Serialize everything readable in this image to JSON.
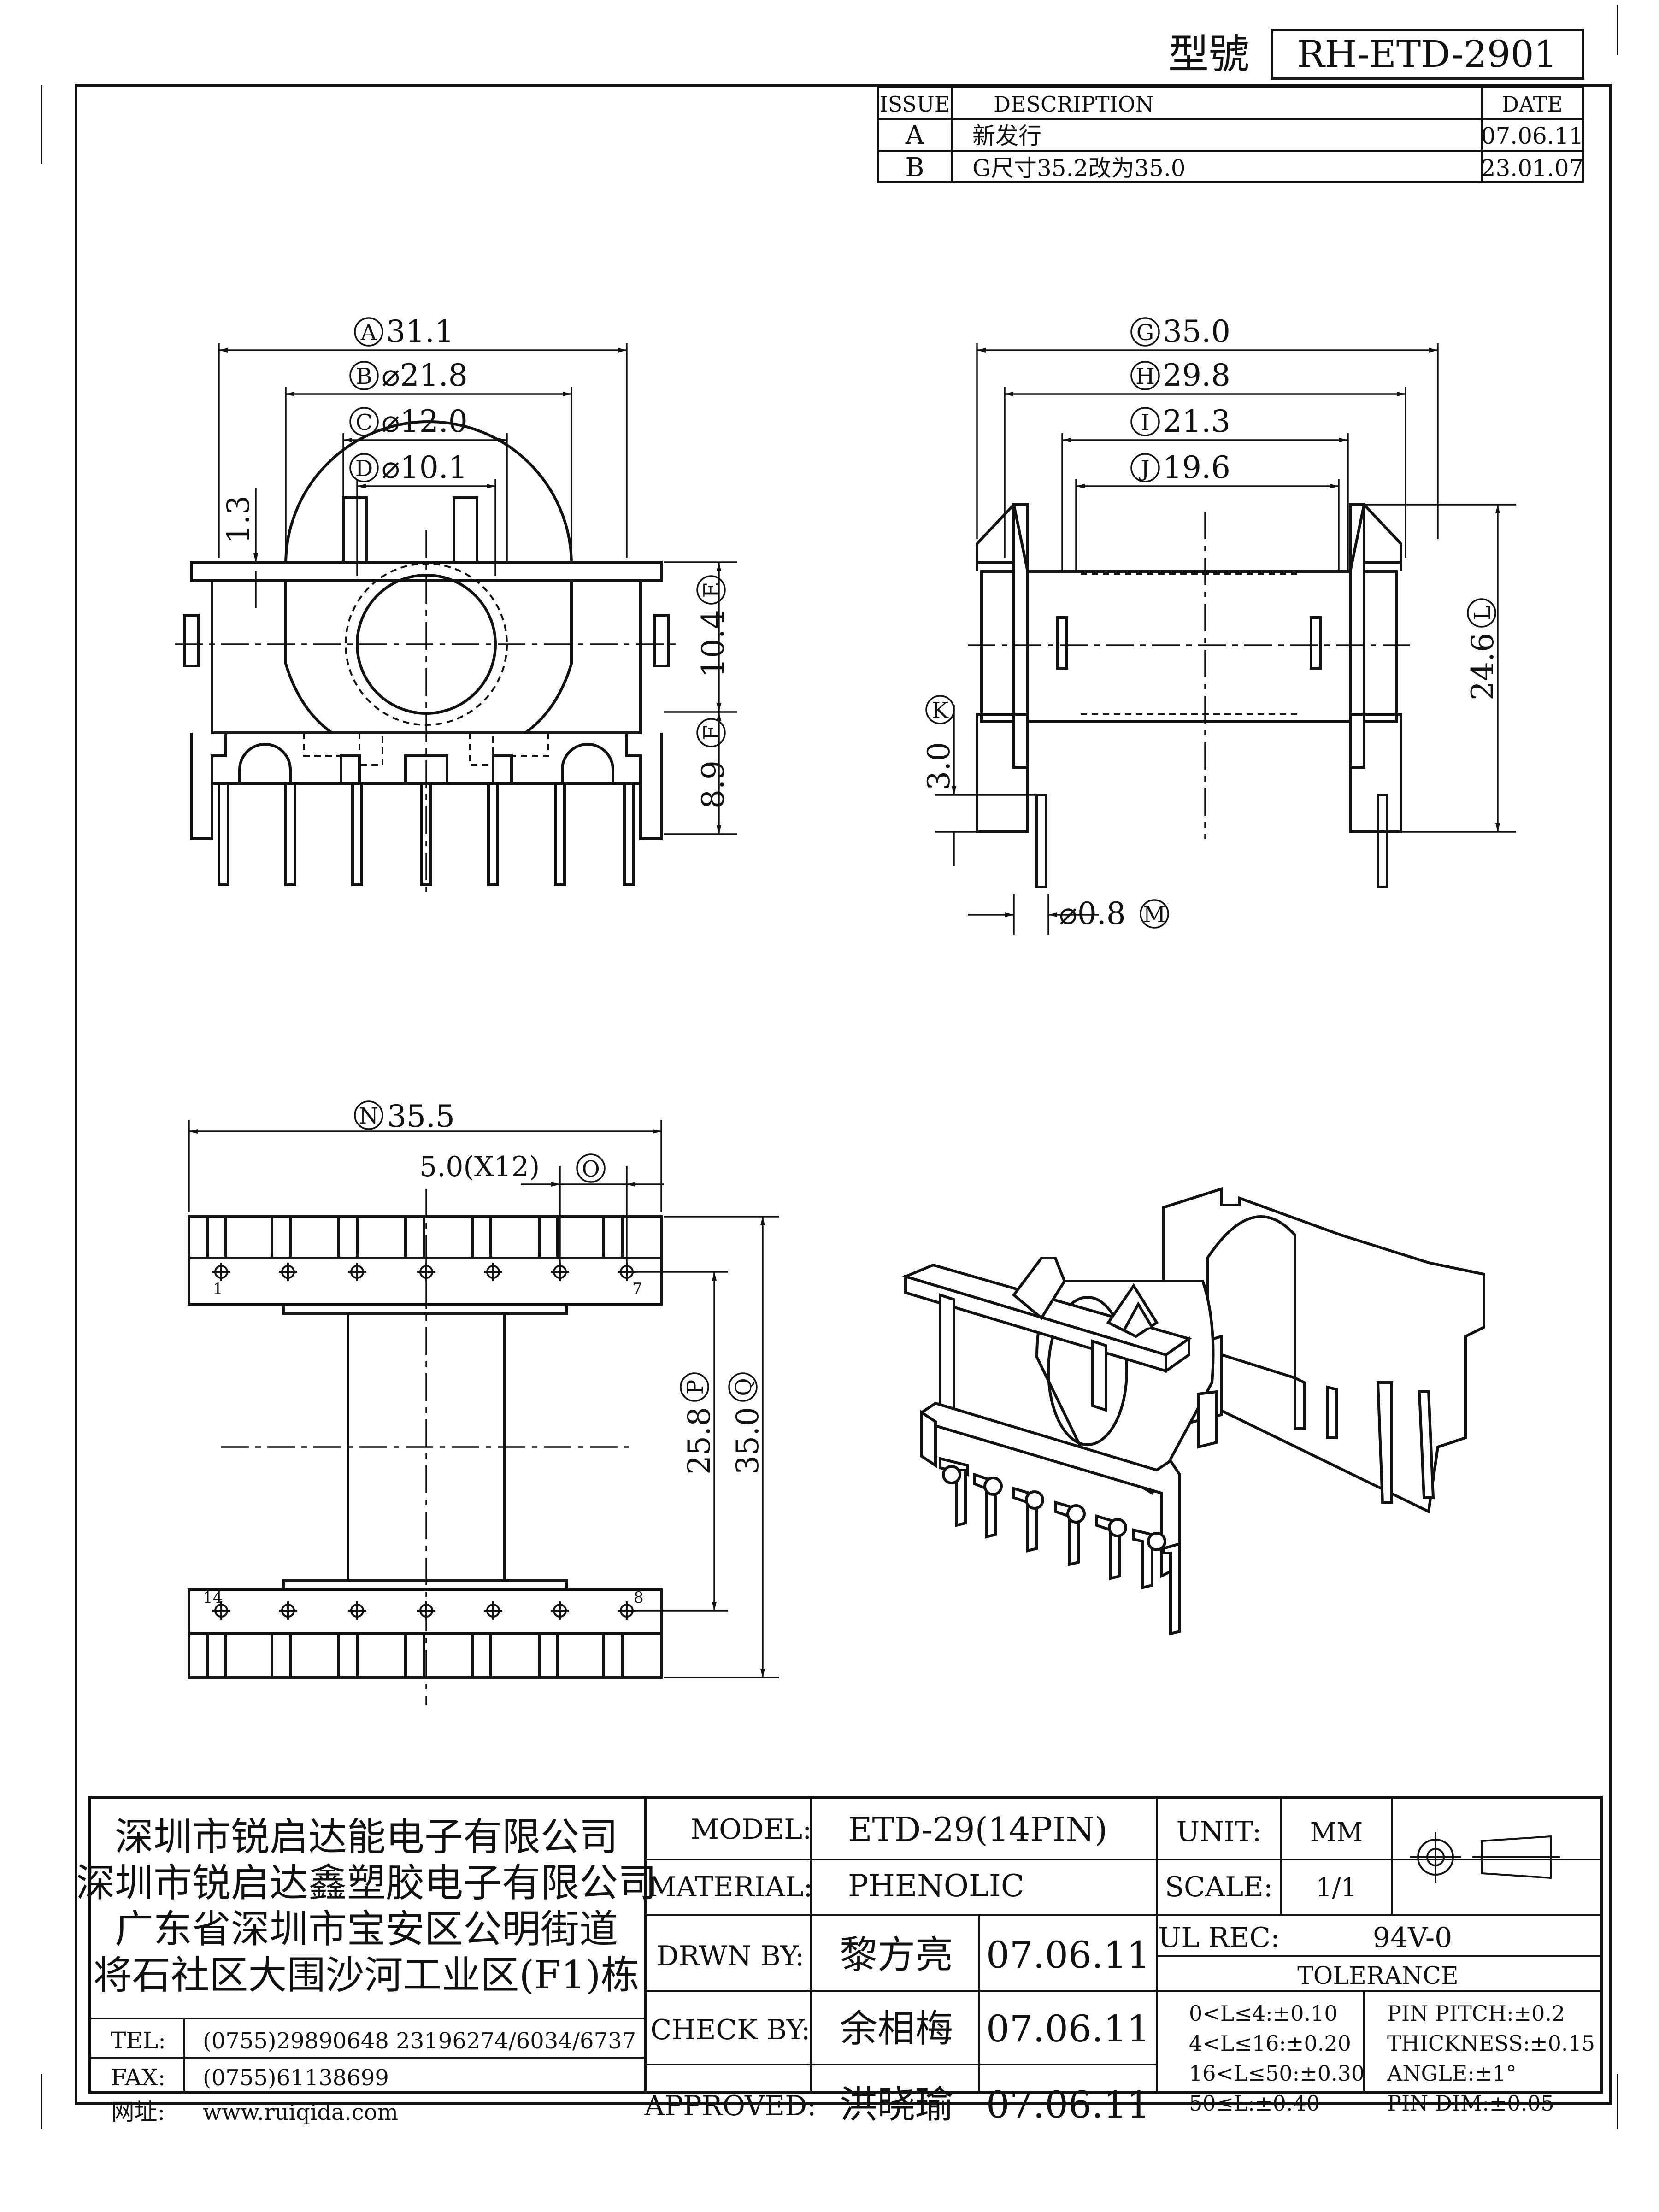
{
  "model_label": "型號",
  "model_no": "RH-ETD-2901",
  "revisions": {
    "headers": [
      "ISSUE",
      "DESCRIPTION",
      "DATE"
    ],
    "rows": [
      {
        "issue": "A",
        "description": "新发行",
        "date": "07.06.11"
      },
      {
        "issue": "B",
        "description": "G尺寸35.2改为35.0",
        "date": "23.01.07"
      }
    ]
  },
  "dims": {
    "A": {
      "letter": "A",
      "value": "31.1"
    },
    "B": {
      "letter": "B",
      "value": "⌀21.8"
    },
    "C": {
      "letter": "C",
      "value": "⌀12.0"
    },
    "D": {
      "letter": "D",
      "value": "⌀10.1"
    },
    "flange_t": "1.3",
    "E": {
      "letter": "E",
      "value": "10.4"
    },
    "F": {
      "letter": "F",
      "value": "8.9"
    },
    "G": {
      "letter": "G",
      "value": "35.0"
    },
    "H": {
      "letter": "H",
      "value": "29.8"
    },
    "I": {
      "letter": "I",
      "value": "21.3"
    },
    "J": {
      "letter": "J",
      "value": "19.6"
    },
    "K": {
      "letter": "K",
      "value": "3.0"
    },
    "L": {
      "letter": "L",
      "value": "24.6"
    },
    "M": {
      "letter": "M",
      "value": "⌀0.8"
    },
    "N": {
      "letter": "N",
      "value": "35.5"
    },
    "O": {
      "letter": "O",
      "value": "5.0(X12)"
    },
    "P": {
      "letter": "P",
      "value": "25.8"
    },
    "Q": {
      "letter": "Q",
      "value": "35.0"
    }
  },
  "pin_labels": {
    "p1": "1",
    "p7": "7",
    "p14": "14",
    "p8": "8"
  },
  "company": {
    "lines": [
      "深圳市锐启达能电子有限公司",
      "深圳市锐启达鑫塑胶电子有限公司",
      "广东省深圳市宝安区公明街道",
      "将石社区大围沙河工业区(F1)栋"
    ],
    "tel_label": "TEL:",
    "tel": "(0755)29890648  23196274/6034/6737",
    "fax_label": "FAX:",
    "fax": "(0755)61138699",
    "web_label": "网址:",
    "web": "www.ruiqida.com"
  },
  "spec": {
    "model_label": "MODEL:",
    "model": "ETD-29(14PIN)",
    "material_label": "MATERIAL:",
    "material": "PHENOLIC",
    "drawn_label": "DRWN BY:",
    "drawn_name": "黎方亮",
    "drawn_date": "07.06.11",
    "check_label": "CHECK BY:",
    "check_name": "余相梅",
    "check_date": "07.06.11",
    "approved_label": "APPROVED:",
    "approved_name": "洪晓瑜",
    "approved_date": "07.06.11",
    "unit_label": "UNIT:",
    "unit": "MM",
    "scale_label": "SCALE:",
    "scale": "1/1",
    "ul_label": "UL REC:",
    "ul": "94V-0",
    "tolerance_label": "TOLERANCE",
    "tolerance_lines": [
      "0<L≤4:±0.10",
      "4<L≤16:±0.20",
      "16<L≤50:±0.30",
      "50≤L:±0.40"
    ],
    "pin_lines": [
      "PIN PITCH:±0.2",
      "THICKNESS:±0.15",
      "ANGLE:±1°",
      "PIN DIM:±0.05"
    ]
  }
}
